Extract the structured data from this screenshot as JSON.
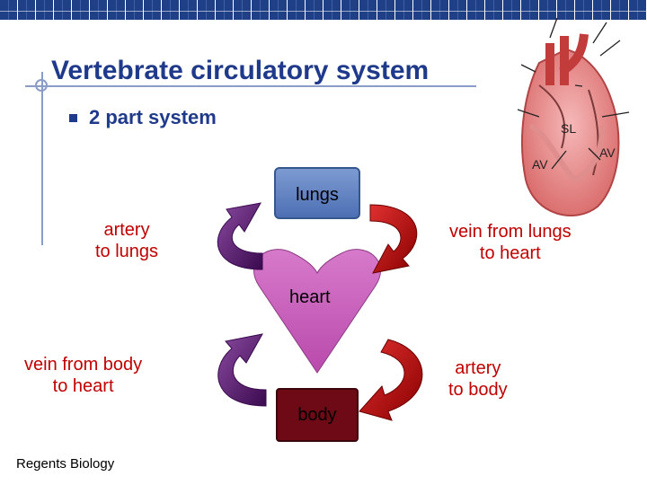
{
  "page_title": "Vertebrate circulatory system",
  "bullet": "2 part system",
  "labels": {
    "artery_to_lungs": "artery\nto lungs",
    "vein_from_lungs": "vein from lungs\nto heart",
    "vein_from_body": "vein from body\nto heart",
    "artery_to_body": "artery\nto body"
  },
  "nodes": {
    "lungs": "lungs",
    "heart": "heart",
    "body": "body"
  },
  "heart_image_labels": {
    "sl": "SL",
    "av_left": "AV",
    "av_right": "AV"
  },
  "footer": "Regents Biology",
  "colors": {
    "title": "#1f3a8a",
    "label": "#c00000",
    "purple_arrow": "#5a1a6e",
    "red_arrow": "#b40000",
    "heart": "#c35bb5",
    "lungs": "#5a7cc0",
    "body": "#6e0a16"
  }
}
